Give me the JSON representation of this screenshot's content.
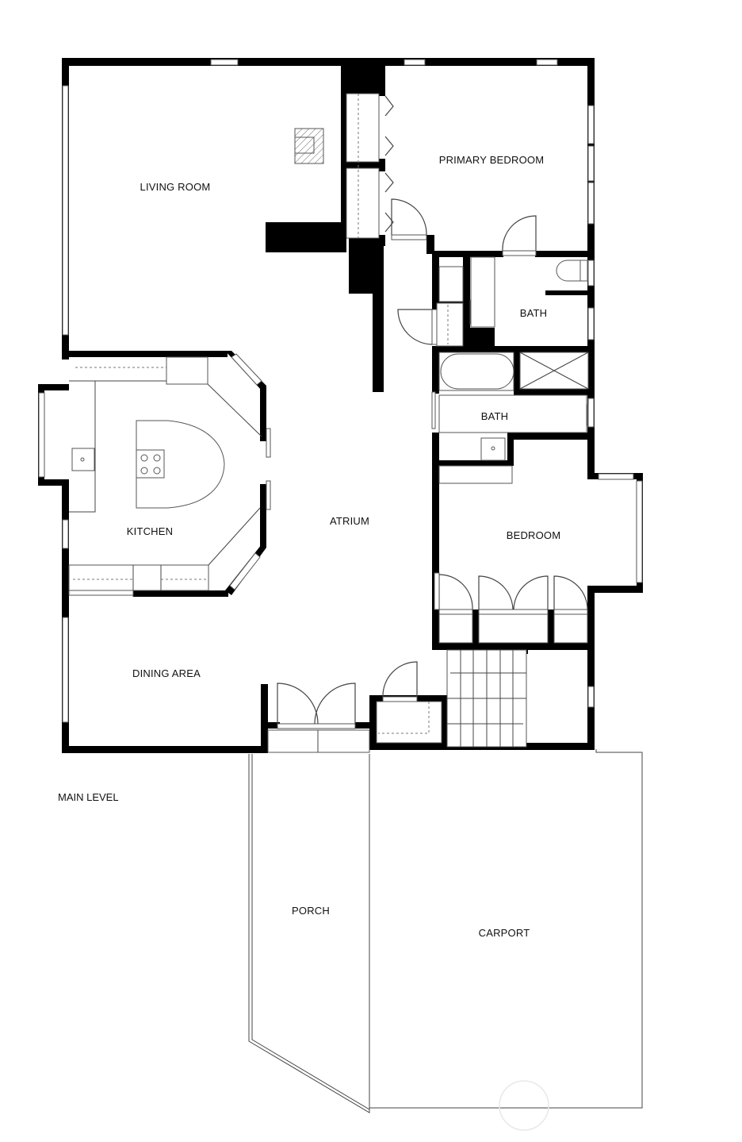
{
  "plan": {
    "level_label": "MAIN LEVEL",
    "colors": {
      "wall": "#000000",
      "line": "#444444",
      "background": "#ffffff"
    },
    "rooms": [
      {
        "id": "living-room",
        "label": "LIVING ROOM"
      },
      {
        "id": "primary-bedroom",
        "label": "PRIMARY BEDROOM"
      },
      {
        "id": "bath-primary",
        "label": "BATH"
      },
      {
        "id": "bath-hall",
        "label": "BATH"
      },
      {
        "id": "kitchen",
        "label": "KITCHEN"
      },
      {
        "id": "atrium",
        "label": "ATRIUM"
      },
      {
        "id": "bedroom",
        "label": "BEDROOM"
      },
      {
        "id": "dining-area",
        "label": "DINING AREA"
      },
      {
        "id": "porch",
        "label": "PORCH"
      },
      {
        "id": "carport",
        "label": "CARPORT"
      }
    ],
    "icons": [
      "fireplace-icon",
      "cooktop-icon",
      "toilet-icon",
      "sink-icon",
      "bathtub-icon",
      "shower-icon",
      "stairs-icon",
      "door-swing-icon",
      "window-icon",
      "watermark-icon"
    ]
  }
}
